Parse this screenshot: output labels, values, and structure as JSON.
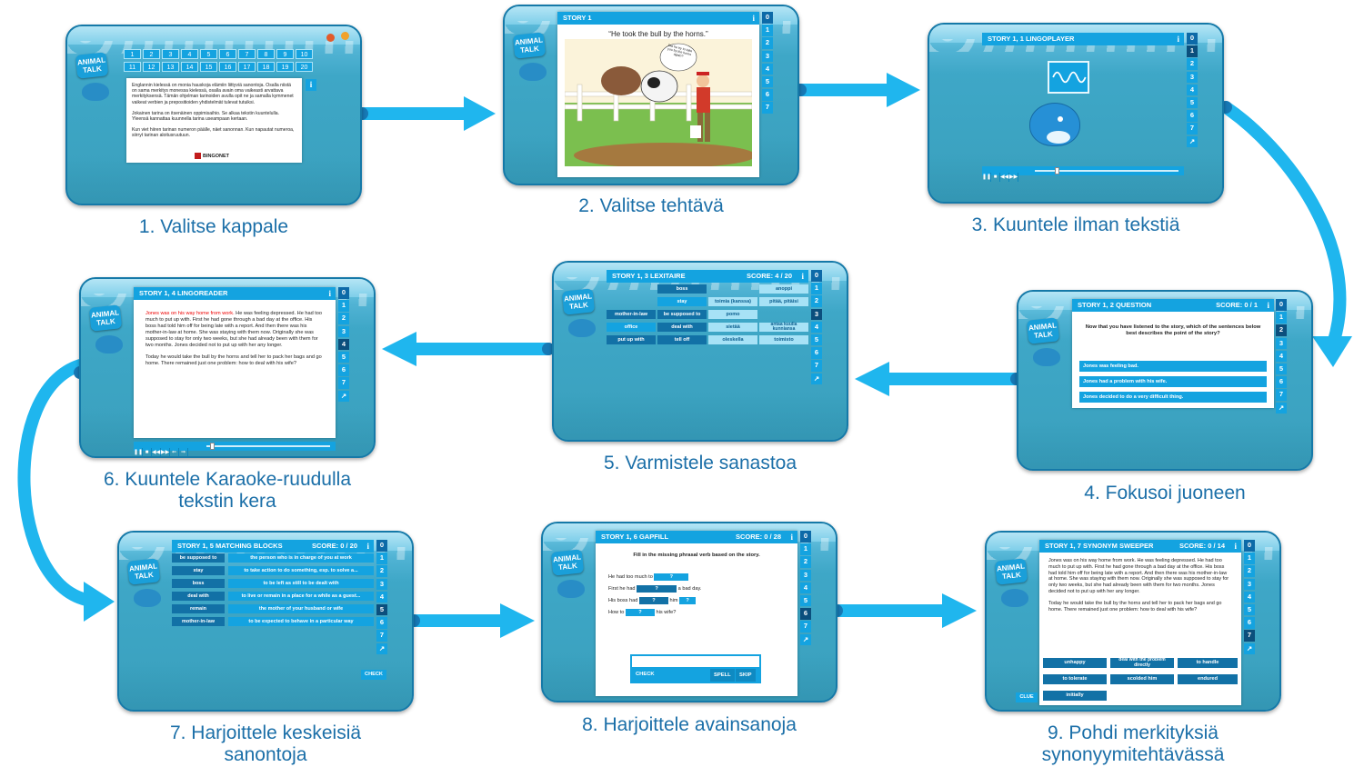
{
  "steps": [
    {
      "number": "1",
      "caption_line1": "1. Valitse kappale",
      "caption_line2": ""
    },
    {
      "number": "2",
      "caption_line1": "2. Valitse tehtävä",
      "caption_line2": ""
    },
    {
      "number": "3",
      "caption_line1": "3. Kuuntele ilman tekstiä",
      "caption_line2": ""
    },
    {
      "number": "4",
      "caption_line1": "4. Fokusoi juoneen",
      "caption_line2": ""
    },
    {
      "number": "5",
      "caption_line1": "5. Varmistele sanastoa",
      "caption_line2": ""
    },
    {
      "number": "6",
      "caption_line1": "6. Kuuntele Karaoke-ruudulla",
      "caption_line2": "tekstin kera"
    },
    {
      "number": "7",
      "caption_line1": "7. Harjoittele keskeisiä",
      "caption_line2": "sanontoja"
    },
    {
      "number": "8",
      "caption_line1": "8. Harjoittele avainsanoja",
      "caption_line2": ""
    },
    {
      "number": "9",
      "caption_line1": "9. Pohdi merkityksiä",
      "caption_line2": "synonyymitehtävässä"
    }
  ],
  "logo": {
    "line1": "ANIMAL",
    "line2": "TALK"
  },
  "info_icon": "i",
  "nav_numbers": [
    "0",
    "1",
    "2",
    "3",
    "4",
    "5",
    "6",
    "7"
  ],
  "expand_icon": "↗",
  "screen1": {
    "grid_row1": [
      "1",
      "2",
      "3",
      "4",
      "5",
      "6",
      "7",
      "8",
      "9",
      "10"
    ],
    "grid_row2": [
      "11",
      "12",
      "13",
      "14",
      "15",
      "16",
      "17",
      "18",
      "19",
      "20"
    ],
    "intro_p1": "Englannin kielessä on monia hauskoja elämiin liittyviä sanontoja. Osalla niistä on sama merkitys monessa kielessä, osalla avain oma vaikeasti arvattava merkityksensä. Tämän ohjelman tarinoiden avulla opit ne ja samalla kymmenet vaikeat verbien ja prepositioiden yhdistelmät tulevat tutuiksi.",
    "intro_p2": "Jokainen tarina on itsenäinen oppimisaihio. Se alkaa tekstin kuuntelulla. Yleensä kannattaa kuunnella tarina useampaan kertaan.",
    "intro_p3": "Kun viet hiiren tarinan numeron päälle, näet sanonnan. Kun napautat numeroa, siirryt tarinan aloitusruutuun.",
    "brand": "BINGONET"
  },
  "screen2": {
    "header": "STORY 1",
    "idiom": "“He took the bull by the horns.”",
    "speech": "Did he try to take you by the horns again?"
  },
  "screen3": {
    "header": "STORY 1, 1 LINGOPLAYER"
  },
  "screen4": {
    "header": "STORY 1, 2 QUESTION",
    "score": "SCORE: 0 / 1",
    "question": "Now that you have listened to the story, which of the sentences below best describes the point of the story?",
    "options": [
      "Jones was feeling bad.",
      "Jones had a problem with his wife.",
      "Jones decided to do a very difficult thing."
    ]
  },
  "screen5": {
    "header": "STORY 1, 3 LEXITAIRE",
    "score": "SCORE: 4 / 20",
    "rows": [
      [
        "",
        "boss",
        "",
        "anoppi"
      ],
      [
        "",
        "stay",
        "toimia (kanssa)",
        "pitää, pitäisi"
      ],
      [
        "mother-in-law",
        "be supposed to",
        "pomo",
        ""
      ],
      [
        "office",
        "deal with",
        "sietää",
        "antaa kuulla kunniansa"
      ],
      [
        "put up with",
        "tell off",
        "oleskella",
        "toimisto"
      ]
    ]
  },
  "screen6": {
    "header": "STORY 1, 4 LINGOREADER",
    "highlight": "Jones was on his way home from work.",
    "p1_rest": " He was feeling depressed. He had too much to put up with. First he had gone through a bad day at the office. His boss had told him off for being late with a report. And then there was his mother-in-law at home. She was staying with them now. Originally she was supposed to stay for only two weeks, but she had already been with them for two months. Jones decided not to put up with her any longer.",
    "p2": "Today he would take the bull by the horns and tell her to pack her bags and go home. There remained just one problem: how to deal with his wife?"
  },
  "screen7": {
    "header": "STORY 1, 5 MATCHING BLOCKS",
    "score": "SCORE: 0 / 20",
    "left": [
      "be supposed to",
      "stay",
      "boss",
      "deal with",
      "remain",
      "mother-in-law"
    ],
    "right": [
      "the person who is in charge of you at work",
      "to take action to do something, esp. to solve a...",
      "to be left as still to be dealt with",
      "to live or remain in a place for a while as a guest...",
      "the mother of your husband or wife",
      "to be expected to behave in a particular way"
    ],
    "check": "CHECK"
  },
  "screen8": {
    "header": "STORY 1, 6 GAPFILL",
    "score": "SCORE: 0 / 28",
    "instruction": "Fill in the missing phrasal verb based on the story.",
    "gap": "?",
    "lines": [
      {
        "before": "He had too much to",
        "after": ""
      },
      {
        "before": "First he had",
        "after": "a bad day."
      },
      {
        "before": "His boss had",
        "mid": "him",
        "after": ""
      },
      {
        "before": "How to",
        "after": "his wife?"
      }
    ],
    "check": "CHECK",
    "spell": "SPELL",
    "skip": "SKIP"
  },
  "screen9": {
    "header": "STORY 1, 7 SYNONYM SWEEPER",
    "score": "SCORE: 0 / 14",
    "p1": "Jones was on his way home from work. He was feeling depressed. He had too much to put up with. First he had gone through a bad day at the office. His boss had told him off for being late with a report. And then there was his mother-in-law at home. She was staying with them now. Originally she was supposed to stay for only two weeks, but she had already been with them for two months. Jones decided not to put up with her any longer.",
    "p2": "Today he would take the bull by the horns and tell her to pack her bags and go home. There remained just one problem: how to deal with his wife?",
    "synonyms": [
      "unhappy",
      "deal with the problem directly",
      "to handle",
      "to tolerate",
      "scolded him",
      "endured",
      "initially"
    ],
    "clue": "CLUE"
  }
}
